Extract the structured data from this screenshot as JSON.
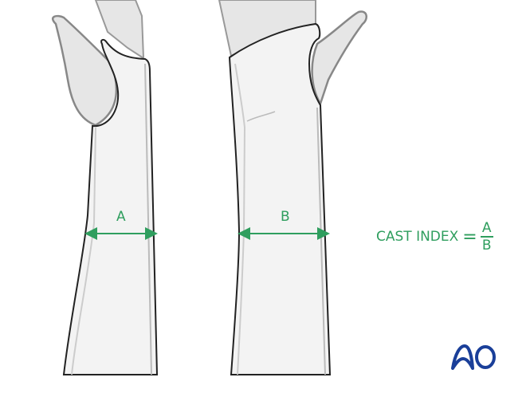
{
  "labels": {
    "a": "A",
    "b": "B"
  },
  "formula": {
    "text": "CAST INDEX",
    "equals": "=",
    "numerator": "A",
    "denominator": "B"
  },
  "logo": {
    "text": "AO",
    "color": "#1a3f99"
  },
  "colors": {
    "measure": "#2f9e5e",
    "cast_fill": "#f3f3f3",
    "skin_fill": "#e6e6e6",
    "outline": "#222222"
  }
}
